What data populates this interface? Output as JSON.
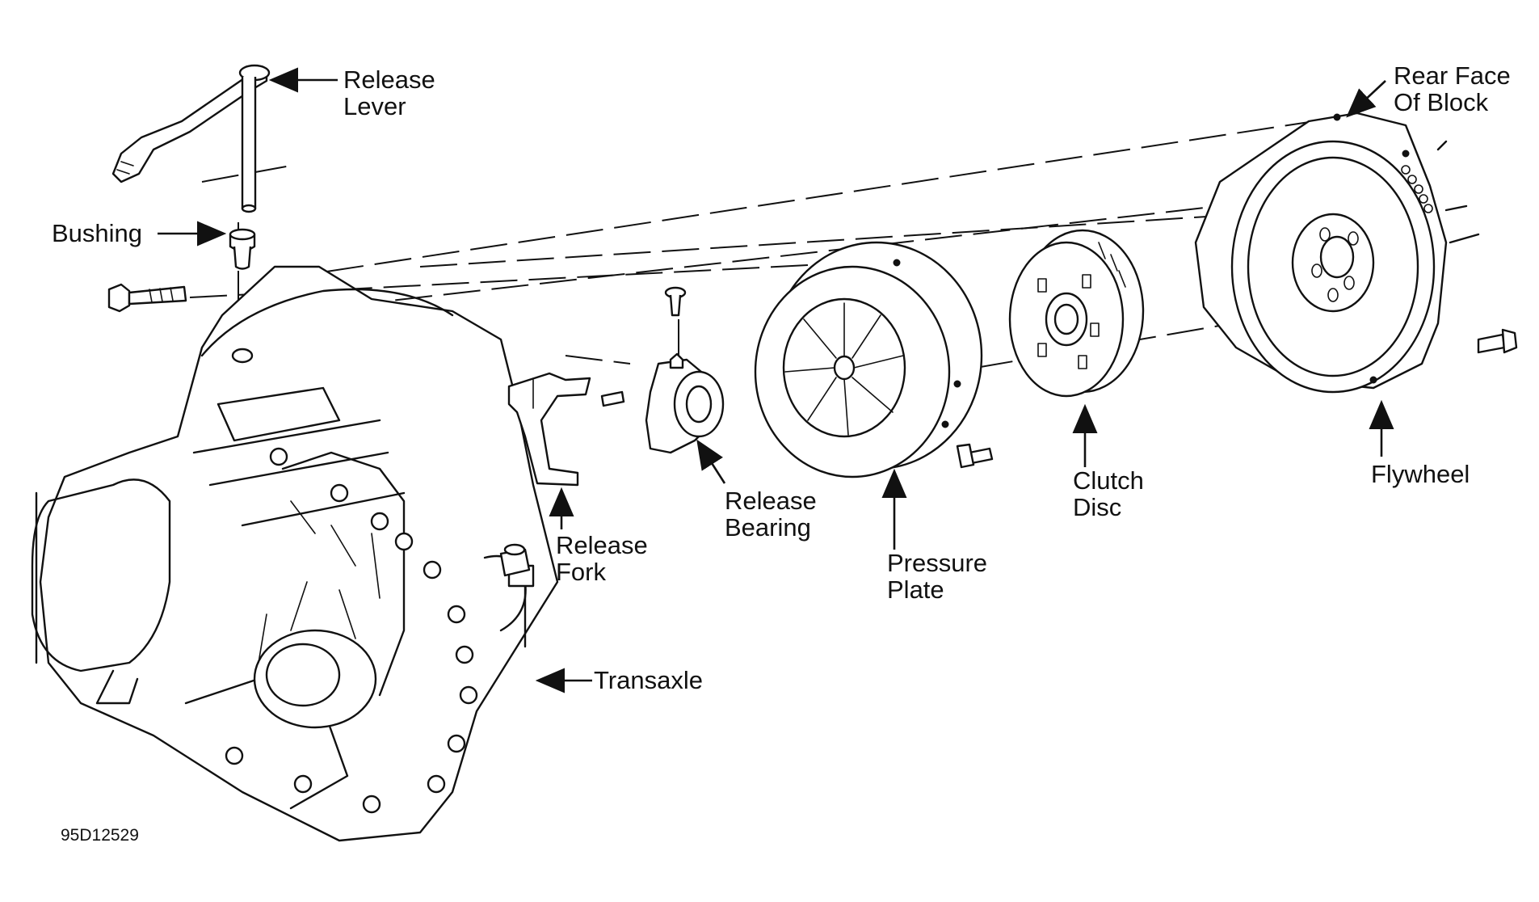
{
  "labels": {
    "release_lever": [
      "Release",
      "Lever"
    ],
    "bushing": "Bushing",
    "rear_face_of_block": [
      "Rear Face",
      "Of Block"
    ],
    "release_fork": [
      "Release",
      "Fork"
    ],
    "release_bearing": [
      "Release",
      "Bearing"
    ],
    "pressure_plate": [
      "Pressure",
      "Plate"
    ],
    "clutch_disc": [
      "Clutch",
      "Disc"
    ],
    "flywheel": "Flywheel",
    "transaxle": "Transaxle"
  },
  "figure_code": "95D12529"
}
